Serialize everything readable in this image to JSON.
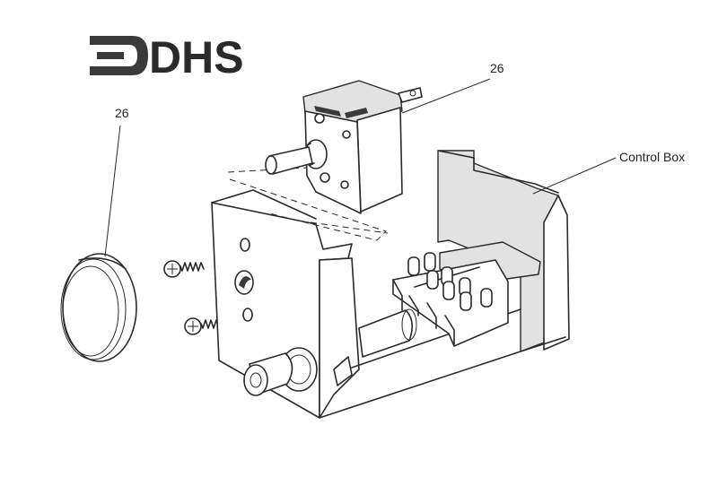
{
  "logo": {
    "text": "DHS"
  },
  "labels": {
    "knob_ref": "26",
    "switch_ref": "26",
    "control_box": "Control Box"
  },
  "colors": {
    "ink": "#2a2a2a",
    "shade": "#e2e2e2",
    "background": "#ffffff"
  }
}
